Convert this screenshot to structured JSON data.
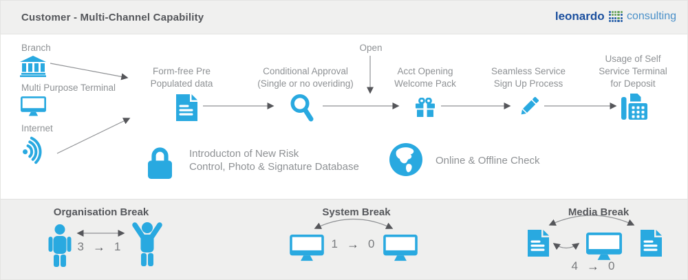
{
  "header": {
    "title": "Customer - Multi-Channel Capability",
    "logo": {
      "name": "leonardo",
      "suffix": "consulting"
    }
  },
  "colors": {
    "accent_blue": "#29A9E0",
    "label_gray": "#8E9194",
    "title_gray": "#54565A",
    "arrow_line": "#8F9194",
    "arrow_head": "#55565A",
    "header_bg": "#F0F0EF",
    "band_bg": "#EFEFEE",
    "logo_dark_blue": "#1B4F9E",
    "logo_light_blue": "#4A90C9",
    "logo_green": "#64A057"
  },
  "channels": [
    {
      "label": "Branch",
      "icon": "bank-icon"
    },
    {
      "label": "Multi Purpose Terminal",
      "icon": "monitor-icon"
    },
    {
      "label": "Internet",
      "icon": "wifi-icon"
    }
  ],
  "flow": {
    "open_label": "Open",
    "steps": [
      {
        "icon": "document-icon",
        "label_lines": [
          "Form-free Pre",
          "Populated data"
        ]
      },
      {
        "icon": "search-icon",
        "label_lines": [
          "Conditional Approval",
          "(Single or no overiding)"
        ]
      },
      {
        "icon": "gift-icon",
        "label_lines": [
          "Acct Opening",
          "Welcome Pack"
        ]
      },
      {
        "icon": "pencil-icon",
        "label_lines": [
          "Seamless Service",
          "Sign Up Process"
        ]
      },
      {
        "icon": "fax-icon",
        "label_lines": [
          "Usage of Self",
          "Service Terminal",
          "for Deposit"
        ]
      }
    ]
  },
  "notes": [
    {
      "icon": "lock-icon",
      "lines": [
        "Introducton of New Risk",
        "Control, Photo & Signature Database"
      ]
    },
    {
      "icon": "globe-icon",
      "lines": [
        "Online & Offline Check"
      ]
    }
  ],
  "breaks": [
    {
      "title": "Organisation Break",
      "from": "3",
      "arrow": "→",
      "to": "1"
    },
    {
      "title": "System Break",
      "from": "1",
      "arrow": "→",
      "to": "0"
    },
    {
      "title": "Media Break",
      "from": "4",
      "arrow": "→",
      "to": "0"
    }
  ]
}
